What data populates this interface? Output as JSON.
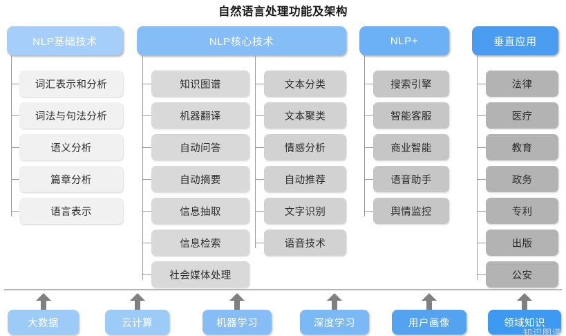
{
  "title": "自然语言处理功能及架构",
  "watermark": "知识图谱",
  "colors": {
    "header_basic": "#a6cefa",
    "header_core": "#85bdf7",
    "header_plus": "#6cb0f5",
    "header_vertical": "#4a9cf0",
    "leaf_basic": "#f1f1f1",
    "leaf_core_a": "#d9d9d9",
    "leaf_core_b": "#d2d2d2",
    "leaf_plus": "#c6c6c6",
    "leaf_vertical": "#b3b3b3",
    "connector": "#9a9a9a",
    "arrow": "#808080",
    "divider": "#b4b4b4",
    "title_text": "#1a1a1a"
  },
  "columns": [
    {
      "key": "basic",
      "header": "NLP基础技术",
      "items": [
        "词汇表示和分析",
        "词法与句法分析",
        "语义分析",
        "篇章分析",
        "语言表示"
      ]
    },
    {
      "key": "core",
      "header": "NLP核心技术",
      "items_left": [
        "知识图谱",
        "机器翻译",
        "自动问答",
        "自动摘要",
        "信息抽取",
        "信息检索",
        "社会媒体处理"
      ],
      "items_right": [
        "文本分类",
        "文本聚类",
        "情感分析",
        "自动推荐",
        "文字识别",
        "语音技术"
      ]
    },
    {
      "key": "plus",
      "header": "NLP+",
      "items": [
        "搜索引擎",
        "智能客服",
        "商业智能",
        "语音助手",
        "舆情监控"
      ]
    },
    {
      "key": "vertical",
      "header": "垂直应用",
      "items": [
        "法律",
        "医疗",
        "教育",
        "政务",
        "专利",
        "出版",
        "公安"
      ]
    }
  ],
  "foundation": {
    "items": [
      {
        "label": "大数据",
        "color": "#9ccbf8"
      },
      {
        "label": "云计算",
        "color": "#9ccbf8"
      },
      {
        "label": "机器学习",
        "color": "#86bdf6"
      },
      {
        "label": "深度学习",
        "color": "#7ab8f6"
      },
      {
        "label": "用户画像",
        "color": "#53a3f1"
      },
      {
        "label": "领域知识",
        "color": "#3e99f0"
      }
    ]
  }
}
